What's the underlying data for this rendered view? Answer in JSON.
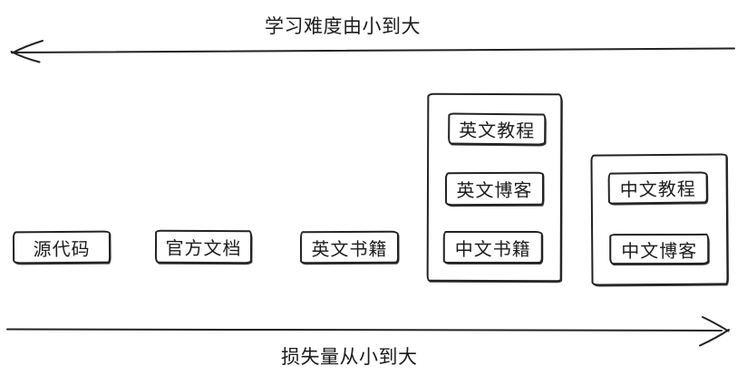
{
  "diagram": {
    "background": "#ffffff",
    "stroke_color": "#222222",
    "top_axis": {
      "label": "学习难度由小到大",
      "direction": "left"
    },
    "bottom_axis": {
      "label": "损失量从小到大",
      "direction": "right"
    },
    "boxes": [
      {
        "label": "源代码"
      },
      {
        "label": "官方文档"
      },
      {
        "label": "英文书籍"
      }
    ],
    "groups": [
      {
        "name": "middle-group",
        "items": [
          {
            "label": "英文教程"
          },
          {
            "label": "英文博客"
          },
          {
            "label": "中文书籍"
          }
        ]
      },
      {
        "name": "right-group",
        "items": [
          {
            "label": "中文教程"
          },
          {
            "label": "中文博客"
          }
        ]
      }
    ]
  }
}
